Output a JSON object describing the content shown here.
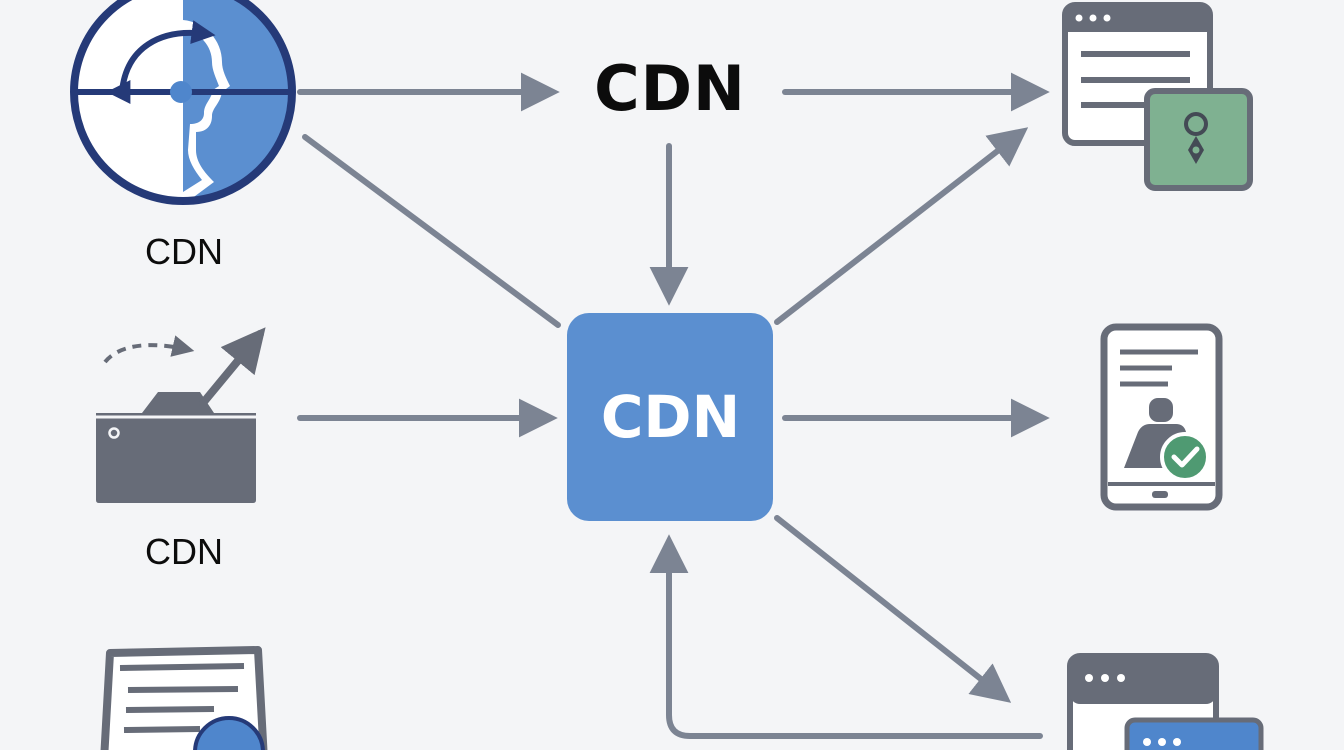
{
  "diagram": {
    "title_label": "CDN",
    "hub_label": "CDN",
    "origin_label": "CDN",
    "storage_label": "CDN"
  },
  "icons": {
    "origin": "globe-person-icon",
    "storage": "cloud-folder-upload-icon",
    "document": "document-upload-icon",
    "browser_secure": "browser-lock-icon",
    "mobile_user": "mobile-user-check-icon",
    "browser_server": "server-window-icon"
  },
  "colors": {
    "hub": "#5b8fd0",
    "navy": "#253a78",
    "arrow": "#7c8493",
    "icon_gray": "#676c78",
    "lock_green": "#7fb191",
    "check_green": "#4f9a72",
    "accent_blue": "#4f86cc",
    "background": "#f4f5f7"
  }
}
